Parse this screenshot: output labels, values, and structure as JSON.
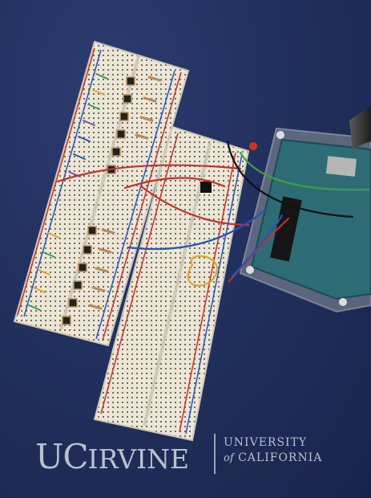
{
  "scene": {
    "description_colors": {
      "background": "#22305e",
      "breadboard": "#ece6d6",
      "arduino": "#2d6c74",
      "wire_red": "#c8302b",
      "wire_blue": "#2753b8",
      "wire_yellow": "#e2a52b",
      "wire_green": "#3aa04a"
    }
  },
  "logo": {
    "uc": "UC",
    "irvine": "IRVINE",
    "university": "UNIVERSITY",
    "of": "of",
    "california": "CALIFORNIA"
  }
}
